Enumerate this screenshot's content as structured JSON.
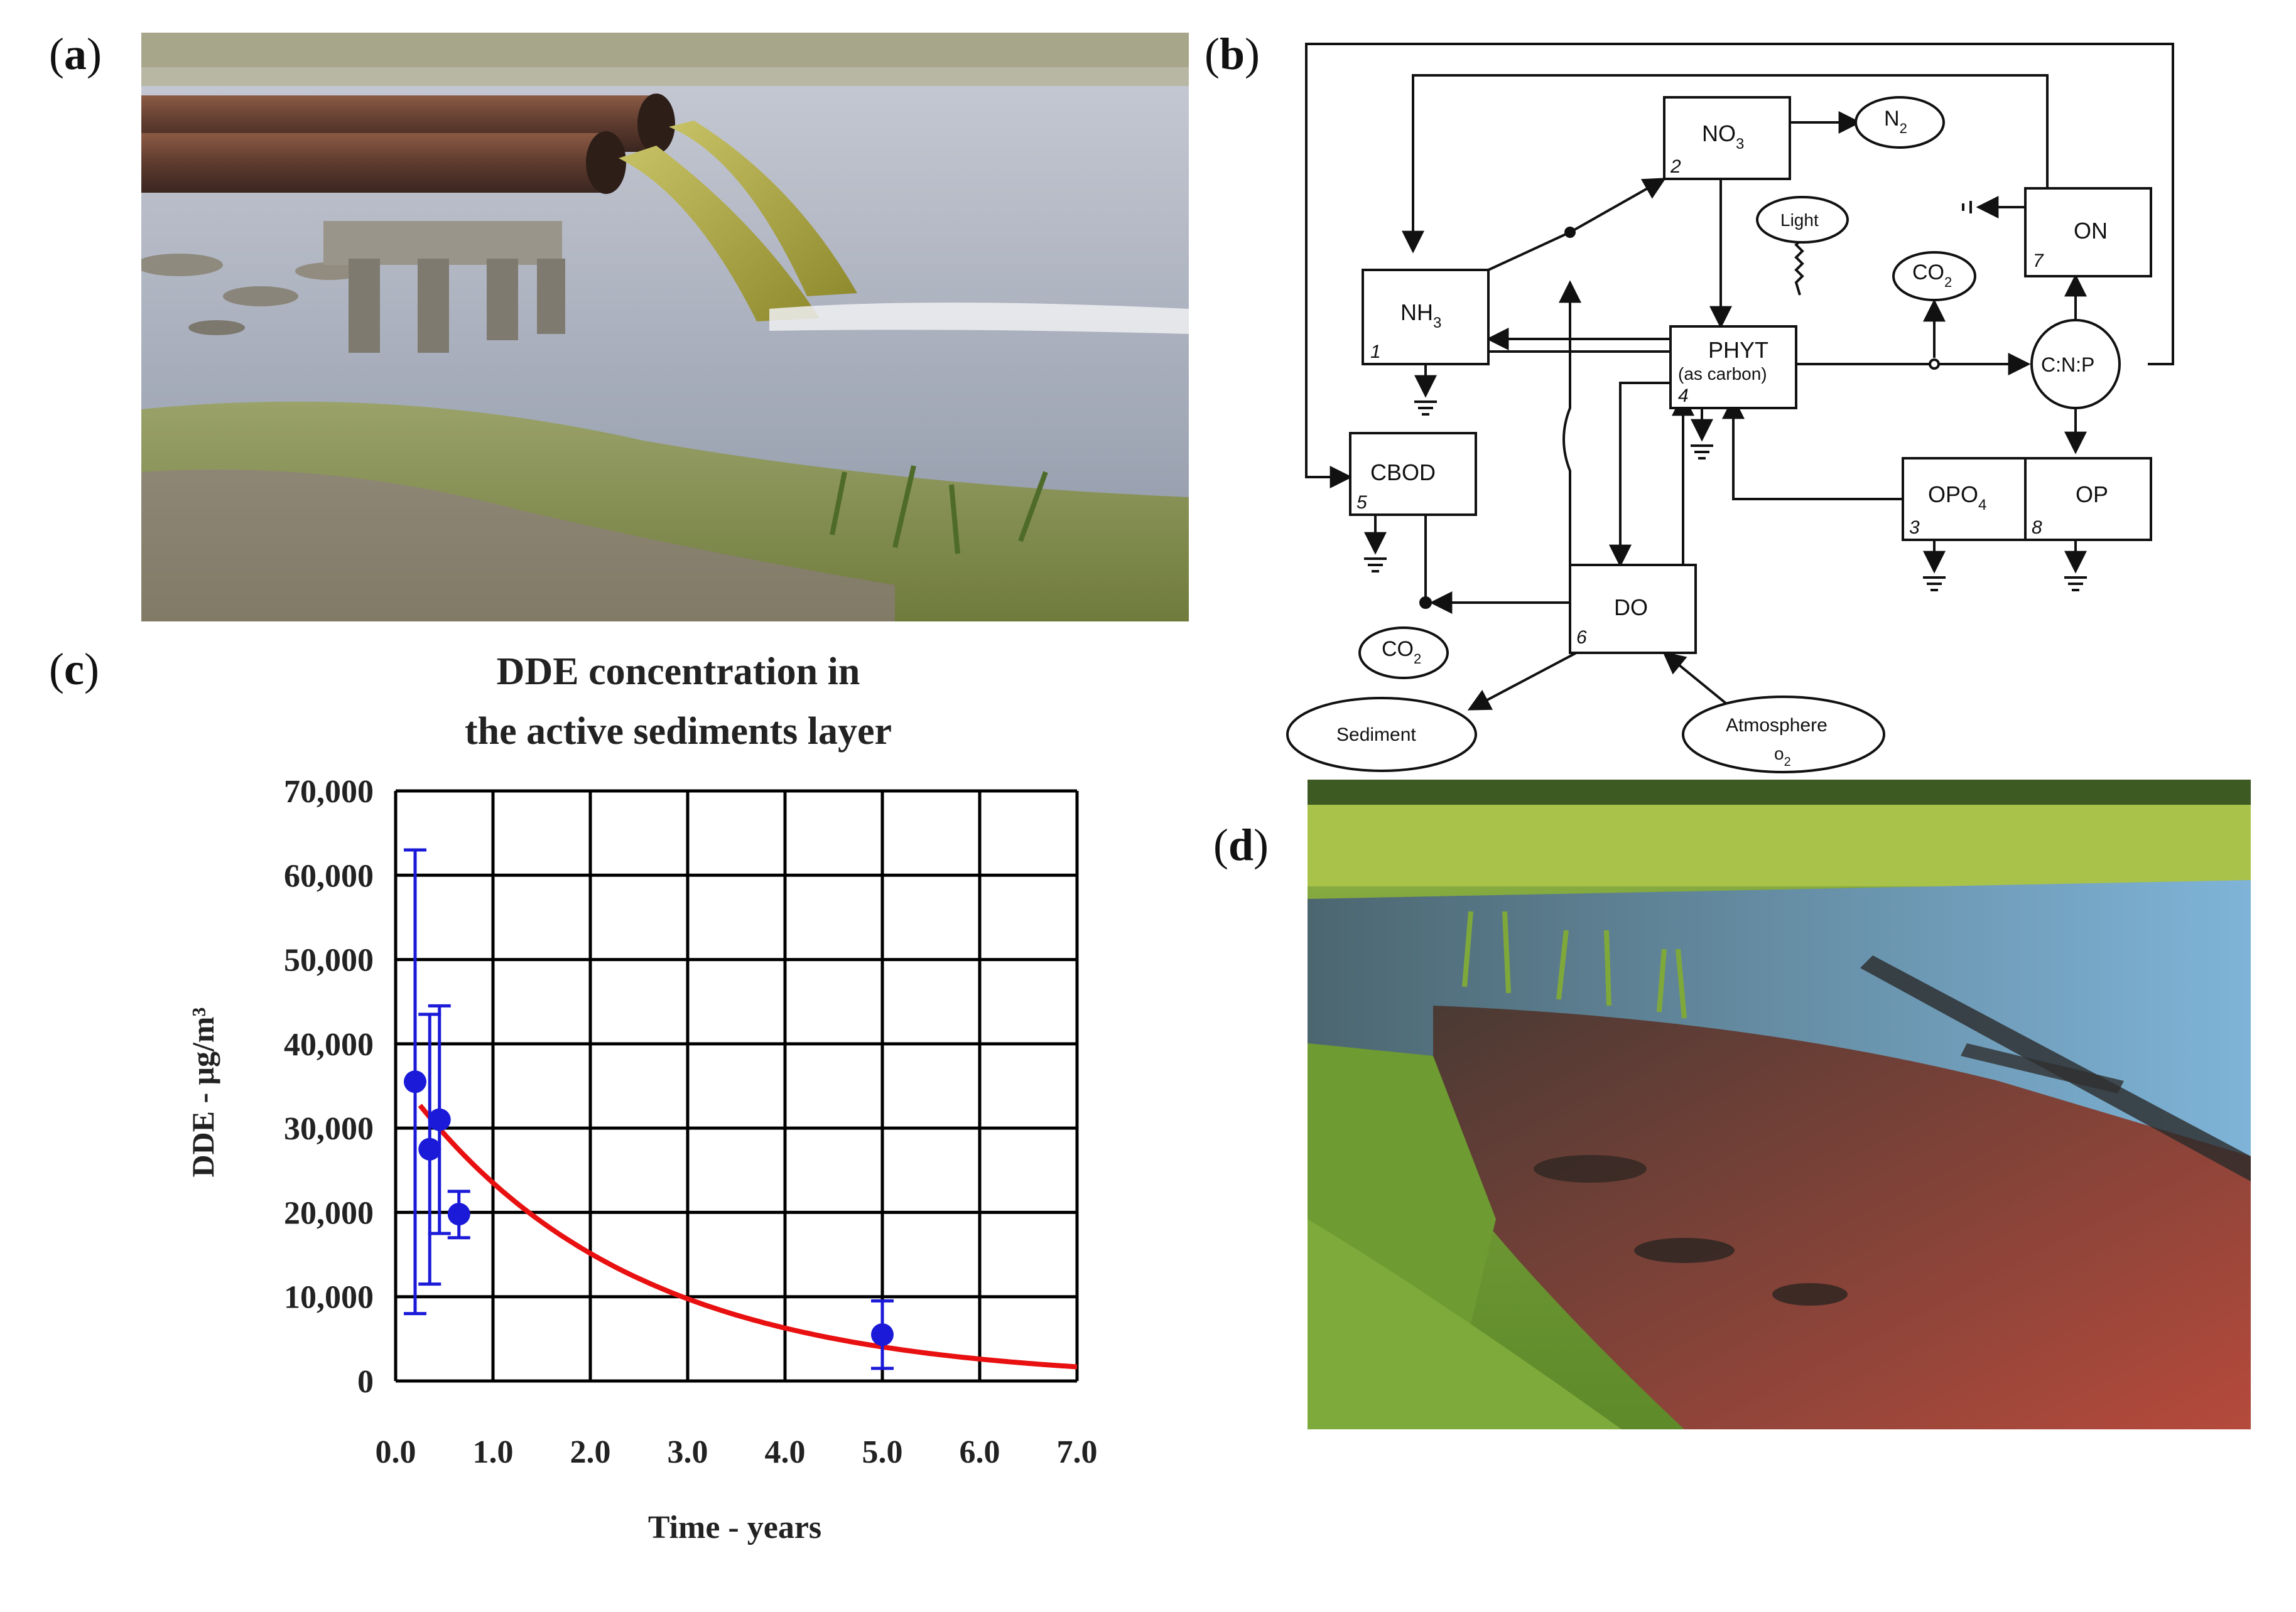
{
  "panels": {
    "a": {
      "open": "(",
      "letter": "a",
      "close": ")"
    },
    "b": {
      "open": "(",
      "letter": "b",
      "close": ")"
    },
    "c": {
      "open": "(",
      "letter": "c",
      "close": ")"
    },
    "d": {
      "open": "(",
      "letter": "d",
      "close": ")"
    }
  },
  "diagram": {
    "boxes": {
      "nh3": {
        "label": "NH",
        "sub": "3",
        "num": "1"
      },
      "no3": {
        "label": "NO",
        "sub": "3",
        "num": "2"
      },
      "opo4": {
        "label": "OPO",
        "sub": "4",
        "num": "3"
      },
      "phyt": {
        "label": "PHYT",
        "label2": "(as carbon)",
        "num": "4"
      },
      "cbod": {
        "label": "CBOD",
        "num": "5"
      },
      "do": {
        "label": "DO",
        "num": "6"
      },
      "on": {
        "label": "ON",
        "num": "7"
      },
      "op": {
        "label": "OP",
        "num": "8"
      }
    },
    "ellipses": {
      "n2": {
        "label": "N",
        "sub": "2"
      },
      "light": {
        "label": "Light"
      },
      "co2_top": {
        "label": "CO",
        "sub": "2"
      },
      "cnp": {
        "label": "C:N:P"
      },
      "co2_bottom": {
        "label": "CO",
        "sub": "2"
      },
      "sediment": {
        "label": "Sediment"
      },
      "atmosphere": {
        "label": "Atmosphere",
        "label2": "o",
        "sub": "2"
      }
    }
  },
  "chart_data": {
    "type": "scatter",
    "title": "DDE concentration in the active sediments layer",
    "title_lines": [
      "DDE concentration in",
      "the active sediments layer"
    ],
    "xlabel": "Time - years",
    "ylabel": "DDE - μg/m³",
    "xlim": [
      0,
      7
    ],
    "ylim": [
      0,
      70000
    ],
    "xticks": [
      "0.0",
      "1.0",
      "2.0",
      "3.0",
      "4.0",
      "5.0",
      "6.0",
      "7.0"
    ],
    "yticks": [
      "0",
      "10,000",
      "20,000",
      "30,000",
      "40,000",
      "50,000",
      "60,000",
      "70,000"
    ],
    "grid": true,
    "points": [
      {
        "x": 0.2,
        "y": 35500,
        "ylow": 8000,
        "yhigh": 63000
      },
      {
        "x": 0.35,
        "y": 27500,
        "ylow": 11500,
        "yhigh": 43500
      },
      {
        "x": 0.45,
        "y": 31000,
        "ylow": 17500,
        "yhigh": 44500
      },
      {
        "x": 0.65,
        "y": 19800,
        "ylow": 17000,
        "yhigh": 22500
      },
      {
        "x": 5.0,
        "y": 5500,
        "ylow": 1500,
        "yhigh": 9500
      }
    ],
    "fit_curve": {
      "type": "exponential decay",
      "a": 36500,
      "k": 0.44,
      "x_start": 0.25,
      "x_end": 7.0
    },
    "colors": {
      "points": "#1a1ad8",
      "curve": "#e81010",
      "grid": "#000000"
    }
  }
}
